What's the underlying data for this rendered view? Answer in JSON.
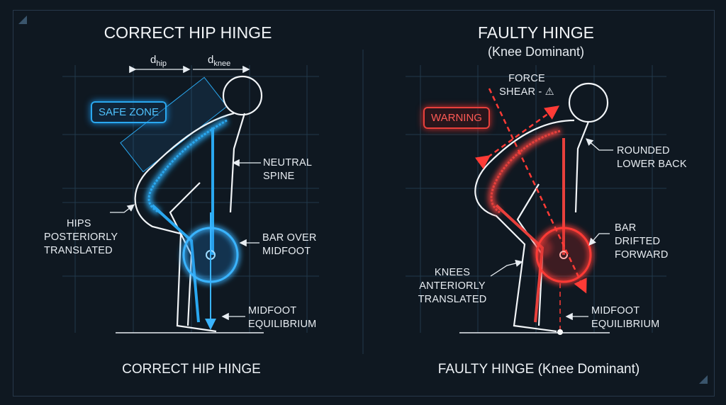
{
  "left_panel": {
    "title": "CORRECT HIP HINGE",
    "dim_hip": {
      "base": "d",
      "sub": "hip"
    },
    "dim_knee": {
      "base": "d",
      "sub": "knee"
    },
    "callout": "SAFE ZONE",
    "labels": {
      "neutral_spine": [
        "NEUTRAL",
        "SPINE"
      ],
      "hips": [
        "HIPS",
        "POSTERIORLY",
        "TRANSLATED"
      ],
      "bar": [
        "BAR OVER",
        "MIDFOOT"
      ],
      "midfoot": [
        "MIDFOOT",
        "EQUILIBRIUM"
      ]
    },
    "caption": "CORRECT HIP HINGE",
    "accent": "#2aa8f0"
  },
  "right_panel": {
    "title": "FAULTY HINGE",
    "subtitle": "(Knee Dominant)",
    "callout": "WARNING",
    "labels": {
      "force": [
        "FORCE",
        "SHEAR -"
      ],
      "rounded": [
        "ROUNDED",
        "LOWER BACK"
      ],
      "bar": [
        "BAR",
        "DRIFTED",
        "FORWARD"
      ],
      "knees": [
        "KNEES",
        "ANTERIORLY",
        "TRANSLATED"
      ],
      "midfoot": [
        "MIDFOOT",
        "EQUILIBRIUM"
      ]
    },
    "caption": "FAULTY HINGE (Knee Dominant)",
    "accent": "#e8403c"
  }
}
